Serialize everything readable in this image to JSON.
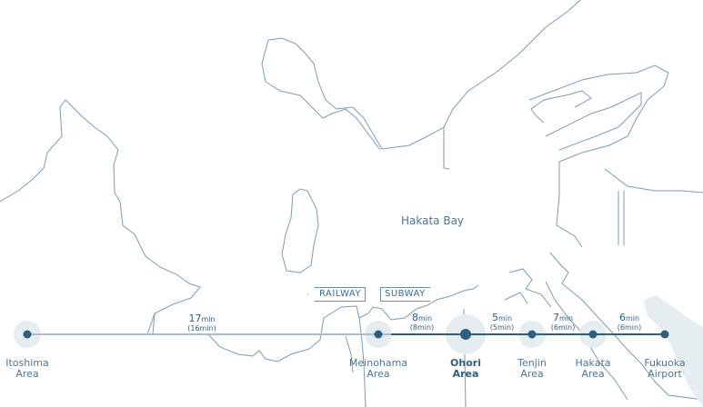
{
  "map_title": "Hakata Bay",
  "legend": {
    "railway": "RAILWAY",
    "subway": "SUBWAY"
  },
  "colors": {
    "line_light": "#a9bccb",
    "line_dark": "#2e5f7d",
    "halo": "#e6edf1",
    "coast": "#7e9bb0",
    "airport": "#e6edf1"
  },
  "stations": [
    {
      "name": "Itoshima",
      "sub": "Area",
      "highlight": false
    },
    {
      "name": "Meinohama",
      "sub": "Area",
      "highlight": false
    },
    {
      "name": "Ohori",
      "sub": "Area",
      "highlight": true
    },
    {
      "name": "Tenjin",
      "sub": "Area",
      "highlight": false
    },
    {
      "name": "Hakata",
      "sub": "Area",
      "highlight": false
    },
    {
      "name": "Fukuoka",
      "sub": "Airport",
      "highlight": false
    }
  ],
  "segments": [
    {
      "min": "17",
      "unit": "min",
      "alt": "(16min)"
    },
    {
      "min": "8",
      "unit": "min",
      "alt": "(8min)"
    },
    {
      "min": "5",
      "unit": "min",
      "alt": "(5min)"
    },
    {
      "min": "7",
      "unit": "min",
      "alt": "(6min)"
    },
    {
      "min": "6",
      "unit": "min",
      "alt": "(6min)"
    }
  ]
}
